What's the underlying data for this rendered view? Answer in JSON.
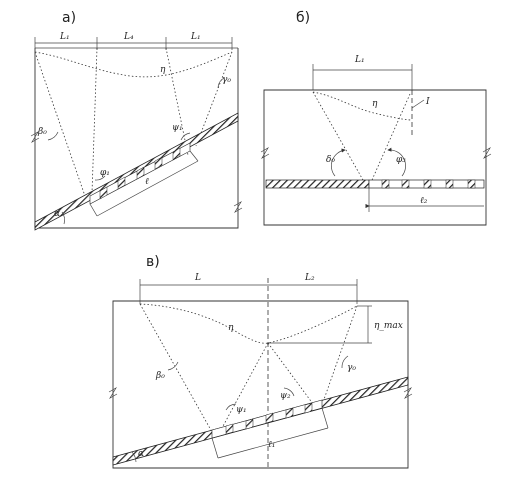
{
  "panel_a": {
    "tag": "а)",
    "dim_left": "L₁",
    "dim_mid": "L₄",
    "dim_right": "L₁",
    "eta": "η",
    "gamma": "γ₀",
    "beta": "β₀",
    "psi": "ψ₁",
    "phi": "φ₁",
    "ell": "ℓ",
    "alpha": "α"
  },
  "panel_b": {
    "tag": "б)",
    "dim_top": "L₁",
    "eta": "η",
    "marker": "I",
    "delta": "δ₀",
    "phi": "φ₃",
    "ell": "ℓ₂"
  },
  "panel_c": {
    "tag": "в)",
    "dim_left": "L",
    "dim_right": "L₂",
    "eta": "η",
    "eta_max": "η_max",
    "beta": "β₀",
    "gamma": "γ₀",
    "psi1": "ψ₁",
    "psi2": "ψ₂",
    "ell": "ℓ₁",
    "alpha": "α"
  }
}
